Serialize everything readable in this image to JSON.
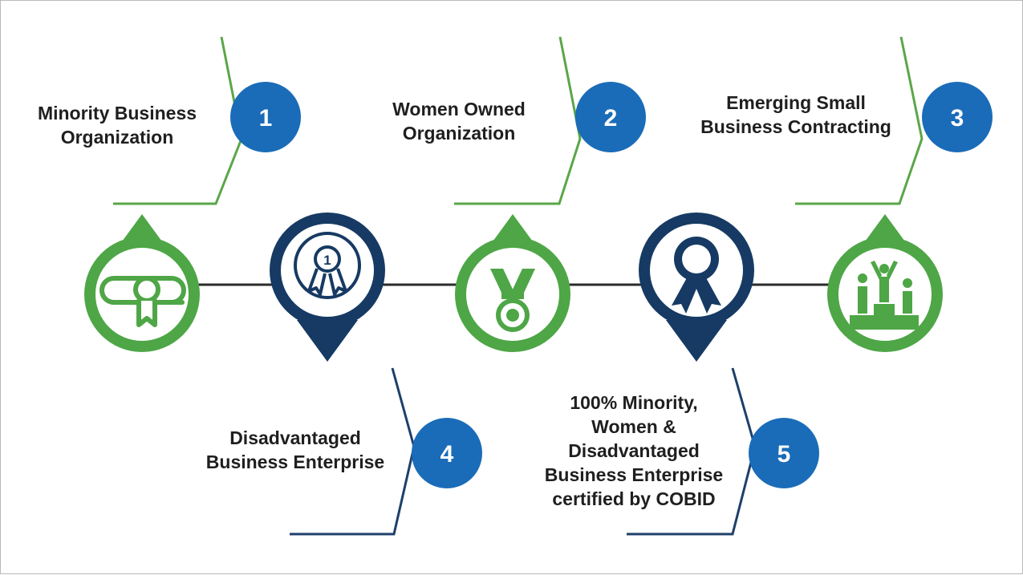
{
  "colors": {
    "green": "#4ea646",
    "navy": "#163a63",
    "blue": "#1a6cb8",
    "line": "#2b2b2b"
  },
  "items": [
    {
      "number": "1",
      "lines": [
        "Minority Business",
        "Organization"
      ],
      "icon": "diploma-scroll-icon",
      "ring": "green"
    },
    {
      "number": "2",
      "lines": [
        "Women Owned",
        "Organization"
      ],
      "icon": "medal-icon",
      "ring": "green"
    },
    {
      "number": "3",
      "lines": [
        "Emerging Small",
        "Business Contracting"
      ],
      "icon": "podium-winners-icon",
      "ring": "green"
    },
    {
      "number": "4",
      "lines": [
        "Disadvantaged",
        "Business Enterprise"
      ],
      "icon": "first-place-award-icon",
      "ring": "navy"
    },
    {
      "number": "5",
      "lines": [
        "100% Minority,",
        "Women &",
        "Disadvantaged",
        "Business Enterprise",
        "certified by COBID"
      ],
      "icon": "rosette-ribbon-icon",
      "ring": "navy"
    }
  ]
}
